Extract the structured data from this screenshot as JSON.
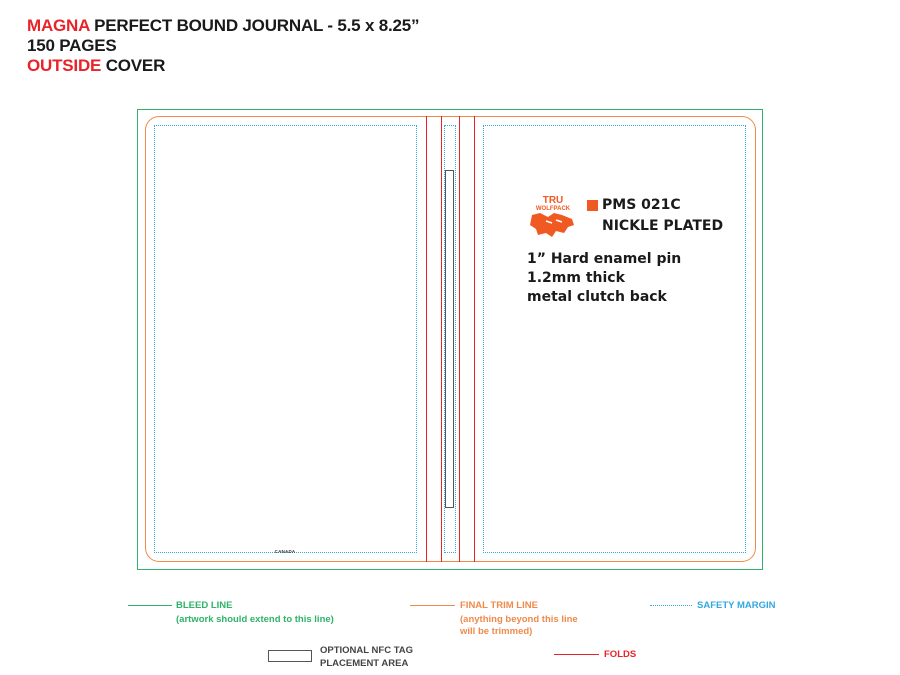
{
  "header": {
    "line1_accent": "MAGNA",
    "line1_rest": " PERFECT BOUND JOURNAL - 5.5 x 8.25”",
    "line2": "150 PAGES",
    "line3_accent": "OUTSIDE",
    "line3_rest": " COVER"
  },
  "cover": {
    "back_cover_text": "CANADA",
    "logo": {
      "line1": "TRU",
      "line2": "WOLFPACK",
      "color": "#f05a22"
    },
    "pms": {
      "swatch_color": "#f05a22",
      "label": "PMS 021C",
      "finish": "NICKLE PLATED"
    },
    "specs": [
      "1” Hard enamel pin",
      "1.2mm thick",
      "metal clutch back"
    ]
  },
  "legend": {
    "bleed": {
      "title": "BLEED LINE",
      "note": "(artwork should extend to this line)",
      "color": "#2fb36a"
    },
    "trim": {
      "title": "FINAL TRIM LINE",
      "note1": "(anything beyond this line",
      "note2": "will be trimmed)",
      "color": "#f08a4b"
    },
    "safety": {
      "title": "SAFETY MARGIN",
      "color": "#33a8e0"
    },
    "nfc": {
      "title1": "OPTIONAL NFC TAG",
      "title2": "PLACEMENT AREA"
    },
    "folds": {
      "title": "FOLDS",
      "color": "#e8232a"
    }
  }
}
